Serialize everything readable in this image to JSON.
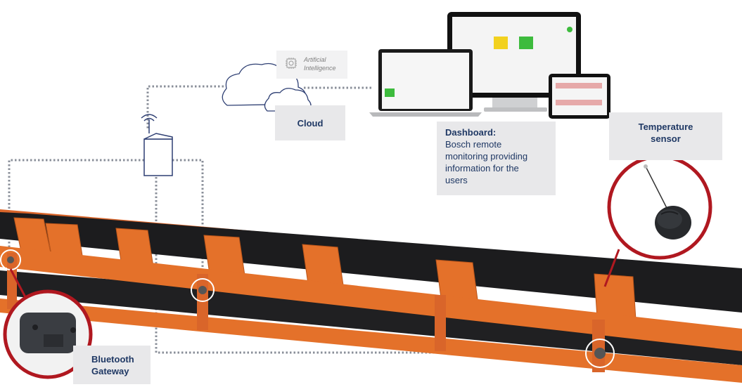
{
  "labels": {
    "ai_line1": "Artificial",
    "ai_line2": "Intelligence",
    "cloud": "Cloud",
    "dashboard_title": "Dashboard:",
    "dashboard_lines": [
      "Bosch remote",
      "monitoring providing",
      "information for the",
      "users"
    ],
    "temperature_line1": "Temperature",
    "temperature_line2": "sensor",
    "bluetooth_line1": "Bluetooth",
    "bluetooth_line2": "Gateway"
  },
  "colors": {
    "frame_orange": "#e4712a",
    "belt_black": "#1c1c1e",
    "callout_red": "#b01820",
    "label_bg": "#e8e8ea",
    "label_text": "#1f3864",
    "dotted_link": "#8a8f99",
    "icon_stroke": "#2e3f73",
    "status_yellow": "#f2d11e",
    "status_green": "#3dbb3d"
  },
  "icons": [
    "cloud-icon",
    "gateway-antenna-icon",
    "ai-chip-icon",
    "imac-monitor",
    "laptop",
    "tablet",
    "temperature-sensor-puck",
    "bluetooth-gateway-device"
  ]
}
